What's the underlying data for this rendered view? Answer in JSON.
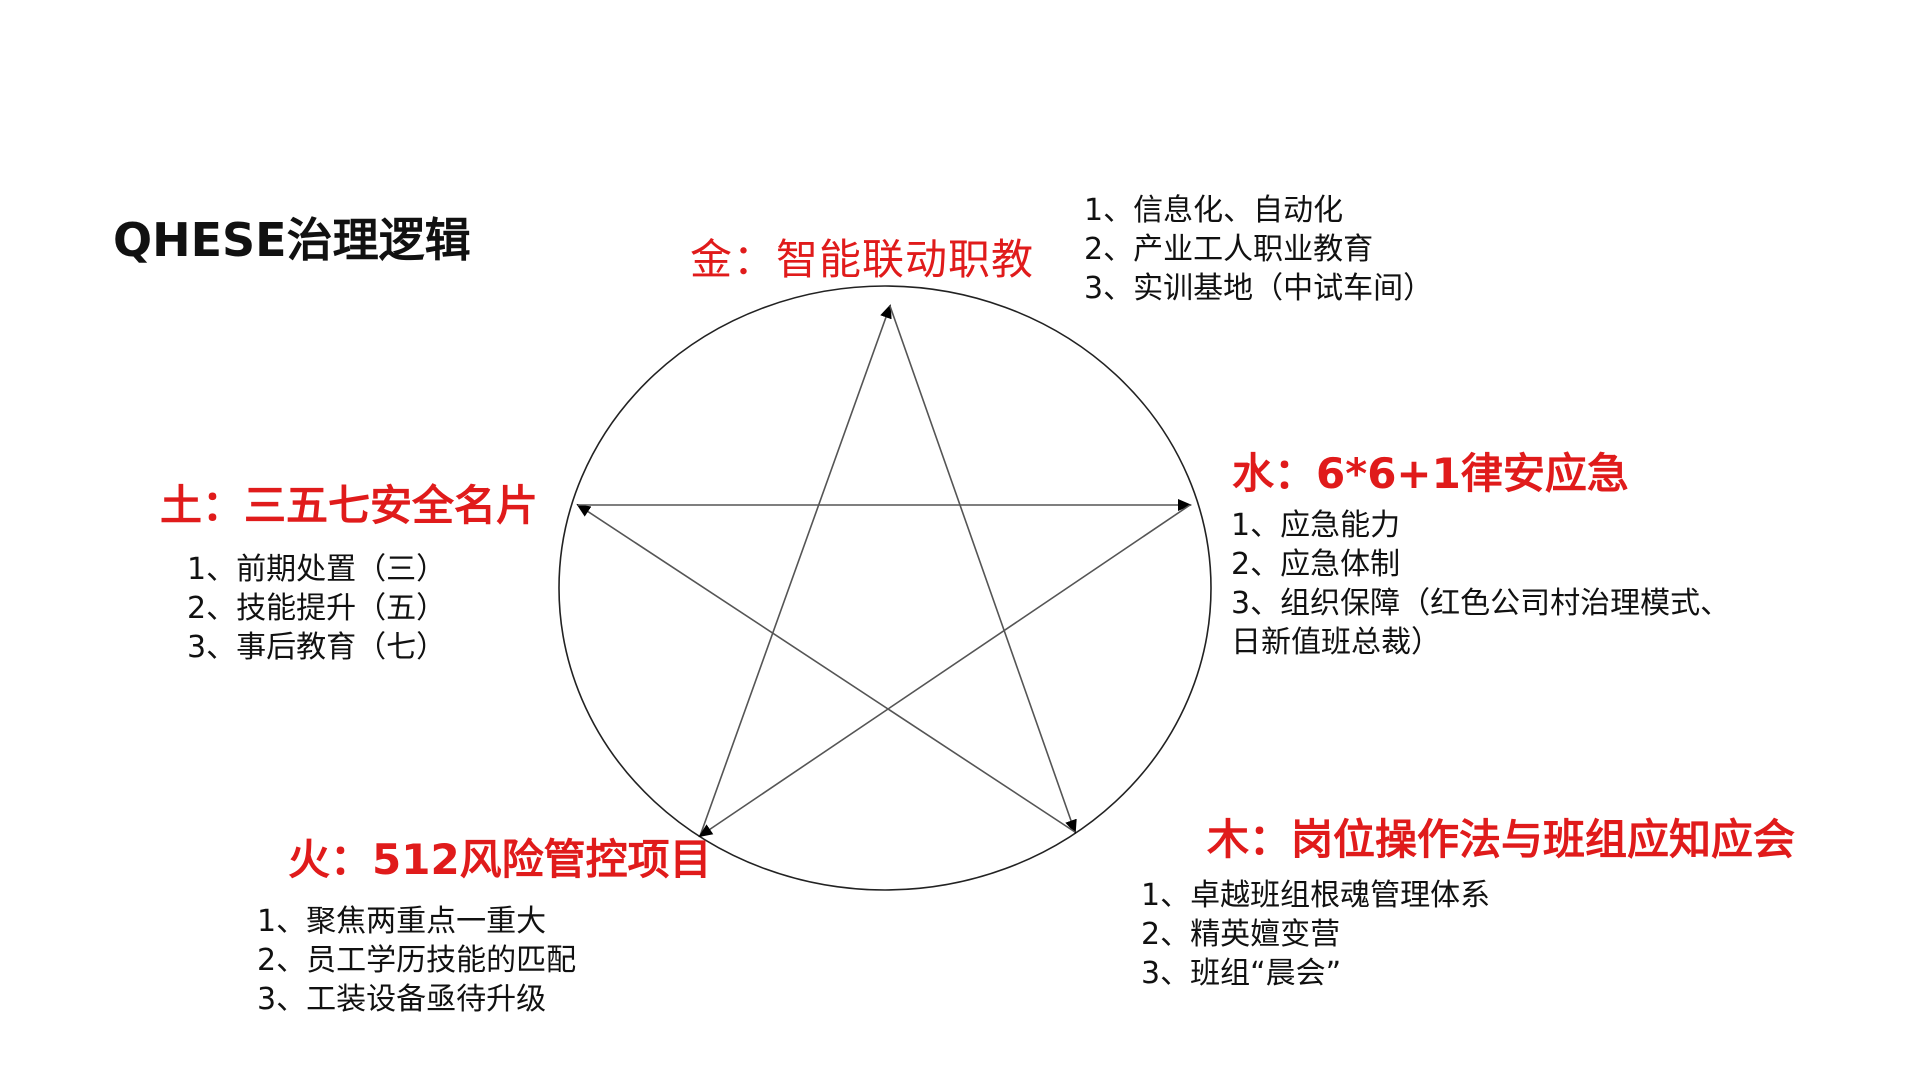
{
  "title": "QHESE治理逻辑",
  "elements": {
    "metal": {
      "title": "金：智能联动职教",
      "items": [
        "1、信息化、自动化",
        "2、产业工人职业教育",
        "3、实训基地（中试车间）"
      ]
    },
    "water": {
      "title": "水：6*6+1律安应急",
      "items": [
        "1、应急能力",
        "2、应急体制",
        "3、组织保障（红色公司村治理模式、",
        "日新值班总裁）"
      ]
    },
    "wood": {
      "title": "木：岗位操作法与班组应知应会",
      "items": [
        "1、卓越班组根魂管理体系",
        "2、精英嬗变营",
        "3、班组“晨会”"
      ]
    },
    "fire": {
      "title": "火：512风险管控项目",
      "items": [
        "1、聚焦两重点一重大",
        "2、员工学历技能的匹配",
        "3、工装设备亟待升级"
      ]
    },
    "earth": {
      "title": "土：三五七安全名片",
      "items": [
        "1、前期处置（三）",
        "2、技能提升（五）",
        "3、事后教育（七）"
      ]
    }
  },
  "colors": {
    "accent": "#e01b1b",
    "text": "#111111",
    "lines": "#444444"
  }
}
